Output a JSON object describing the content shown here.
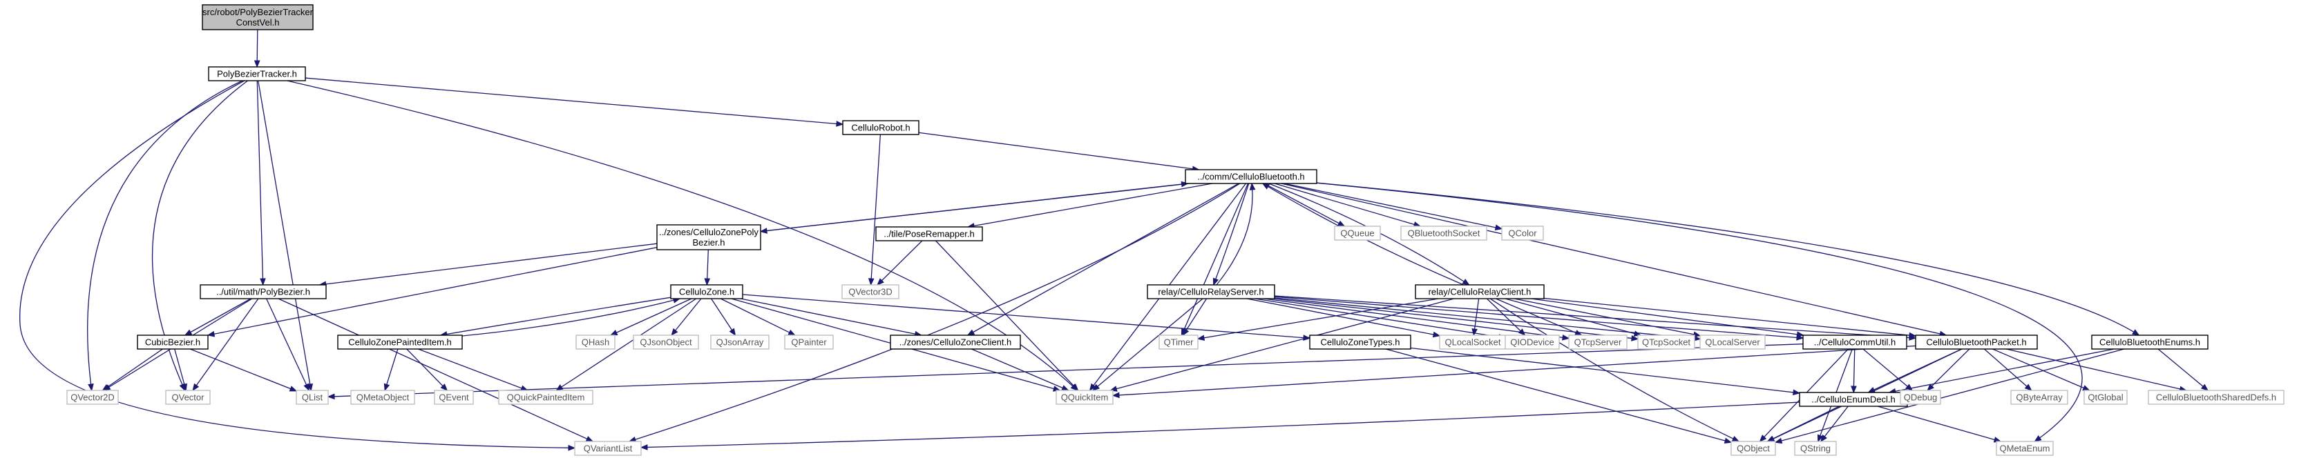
{
  "diagram": {
    "nodes": [
      {
        "id": "root",
        "lines": [
          "src/robot/PolyBezierTracker",
          "ConstVel.h"
        ],
        "kind": "root"
      },
      {
        "id": "pbt",
        "lines": [
          "PolyBezierTracker.h"
        ],
        "kind": "local"
      },
      {
        "id": "robot",
        "lines": [
          "CelluloRobot.h"
        ],
        "kind": "local"
      },
      {
        "id": "bt",
        "lines": [
          "../comm/CelluloBluetooth.h"
        ],
        "kind": "local"
      },
      {
        "id": "zpb",
        "lines": [
          "../zones/CelluloZonePoly",
          "Bezier.h"
        ],
        "kind": "local"
      },
      {
        "id": "pose",
        "lines": [
          "../tile/PoseRemapper.h"
        ],
        "kind": "local"
      },
      {
        "id": "qqueue",
        "lines": [
          "QQueue"
        ],
        "kind": "system"
      },
      {
        "id": "qbts",
        "lines": [
          "QBluetoothSocket"
        ],
        "kind": "system"
      },
      {
        "id": "qcolor",
        "lines": [
          "QColor"
        ],
        "kind": "system"
      },
      {
        "id": "polyb",
        "lines": [
          "../util/math/PolyBezier.h"
        ],
        "kind": "local"
      },
      {
        "id": "zone",
        "lines": [
          "CelluloZone.h"
        ],
        "kind": "local"
      },
      {
        "id": "qv3d",
        "lines": [
          "QVector3D"
        ],
        "kind": "system"
      },
      {
        "id": "relays",
        "lines": [
          "relay/CelluloRelayServer.h"
        ],
        "kind": "local"
      },
      {
        "id": "relayc",
        "lines": [
          "relay/CelluloRelayClient.h"
        ],
        "kind": "local"
      },
      {
        "id": "cubic",
        "lines": [
          "CubicBezier.h"
        ],
        "kind": "local"
      },
      {
        "id": "zpi",
        "lines": [
          "CelluloZonePaintedItem.h"
        ],
        "kind": "local"
      },
      {
        "id": "qhash",
        "lines": [
          "QHash"
        ],
        "kind": "system"
      },
      {
        "id": "qjo",
        "lines": [
          "QJsonObject"
        ],
        "kind": "system"
      },
      {
        "id": "qja",
        "lines": [
          "QJsonArray"
        ],
        "kind": "system"
      },
      {
        "id": "qpainter",
        "lines": [
          "QPainter"
        ],
        "kind": "system"
      },
      {
        "id": "zclient",
        "lines": [
          "../zones/CelluloZoneClient.h"
        ],
        "kind": "local"
      },
      {
        "id": "qtimer",
        "lines": [
          "QTimer"
        ],
        "kind": "system"
      },
      {
        "id": "ztypes",
        "lines": [
          "CelluloZoneTypes.h"
        ],
        "kind": "local"
      },
      {
        "id": "qls",
        "lines": [
          "QLocalSocket"
        ],
        "kind": "system"
      },
      {
        "id": "qiod",
        "lines": [
          "QIODevice"
        ],
        "kind": "system"
      },
      {
        "id": "qtcps",
        "lines": [
          "QTcpServer"
        ],
        "kind": "system"
      },
      {
        "id": "qtcpsock",
        "lines": [
          "QTcpSocket"
        ],
        "kind": "system"
      },
      {
        "id": "qlserv",
        "lines": [
          "QLocalServer"
        ],
        "kind": "system"
      },
      {
        "id": "cutil",
        "lines": [
          "../CelluloCommUtil.h"
        ],
        "kind": "local"
      },
      {
        "id": "packet",
        "lines": [
          "CelluloBluetoothPacket.h"
        ],
        "kind": "local"
      },
      {
        "id": "enums",
        "lines": [
          "CelluloBluetoothEnums.h"
        ],
        "kind": "local"
      },
      {
        "id": "qv2d",
        "lines": [
          "QVector2D"
        ],
        "kind": "system"
      },
      {
        "id": "qvector",
        "lines": [
          "QVector"
        ],
        "kind": "system"
      },
      {
        "id": "qlist",
        "lines": [
          "QList"
        ],
        "kind": "system"
      },
      {
        "id": "qmo",
        "lines": [
          "QMetaObject"
        ],
        "kind": "system"
      },
      {
        "id": "qevent",
        "lines": [
          "QEvent"
        ],
        "kind": "system"
      },
      {
        "id": "qqpi",
        "lines": [
          "QQuickPaintedItem"
        ],
        "kind": "system"
      },
      {
        "id": "qqi",
        "lines": [
          "QQuickItem"
        ],
        "kind": "system"
      },
      {
        "id": "enumdecl",
        "lines": [
          "../CelluloEnumDecl.h"
        ],
        "kind": "local"
      },
      {
        "id": "qdebug",
        "lines": [
          "QDebug"
        ],
        "kind": "system"
      },
      {
        "id": "qba",
        "lines": [
          "QByteArray"
        ],
        "kind": "system"
      },
      {
        "id": "qtglobal",
        "lines": [
          "QtGlobal"
        ],
        "kind": "system"
      },
      {
        "id": "shared",
        "lines": [
          "CelluloBluetoothSharedDefs.h"
        ],
        "kind": "system"
      },
      {
        "id": "qvl",
        "lines": [
          "QVariantList"
        ],
        "kind": "system"
      },
      {
        "id": "qobject",
        "lines": [
          "QObject"
        ],
        "kind": "system"
      },
      {
        "id": "qstring",
        "lines": [
          "QString"
        ],
        "kind": "system"
      },
      {
        "id": "qme",
        "lines": [
          "QMetaEnum"
        ],
        "kind": "system"
      }
    ],
    "edges": [
      [
        "root",
        "pbt"
      ],
      [
        "pbt",
        "robot"
      ],
      [
        "pbt",
        "polyb"
      ],
      [
        "pbt",
        "qqi"
      ],
      [
        "pbt",
        "qlist"
      ],
      [
        "pbt",
        "qvector"
      ],
      [
        "pbt",
        "qv2d"
      ],
      [
        "pbt",
        "qvl"
      ],
      [
        "robot",
        "bt"
      ],
      [
        "robot",
        "qv3d"
      ],
      [
        "bt",
        "zpb"
      ],
      [
        "bt",
        "pose"
      ],
      [
        "bt",
        "qqueue"
      ],
      [
        "bt",
        "qbts"
      ],
      [
        "bt",
        "qcolor"
      ],
      [
        "bt",
        "relays"
      ],
      [
        "bt",
        "relayc"
      ],
      [
        "bt",
        "zclient"
      ],
      [
        "bt",
        "qtimer"
      ],
      [
        "bt",
        "packet"
      ],
      [
        "bt",
        "enums"
      ],
      [
        "bt",
        "qqi"
      ],
      [
        "bt",
        "qvl"
      ],
      [
        "bt",
        "qme"
      ],
      [
        "zpb",
        "bt"
      ],
      [
        "zpb",
        "zone"
      ],
      [
        "zpb",
        "polyb"
      ],
      [
        "zpb",
        "cubic"
      ],
      [
        "pose",
        "qv3d"
      ],
      [
        "pose",
        "qqi"
      ],
      [
        "polyb",
        "cubic"
      ],
      [
        "polyb",
        "qlist"
      ],
      [
        "polyb",
        "qvector"
      ],
      [
        "polyb",
        "qv2d"
      ],
      [
        "polyb",
        "qvl"
      ],
      [
        "cubic",
        "qv2d"
      ],
      [
        "cubic",
        "qvector"
      ],
      [
        "cubic",
        "qlist"
      ],
      [
        "zone",
        "zpi"
      ],
      [
        "zone",
        "qhash"
      ],
      [
        "zone",
        "qjo"
      ],
      [
        "zone",
        "qja"
      ],
      [
        "zone",
        "qpainter"
      ],
      [
        "zone",
        "zclient"
      ],
      [
        "zone",
        "ztypes"
      ],
      [
        "zone",
        "qqi"
      ],
      [
        "zone",
        "qqpi"
      ],
      [
        "zpi",
        "zone"
      ],
      [
        "zpi",
        "qmo"
      ],
      [
        "zpi",
        "qevent"
      ],
      [
        "zpi",
        "qqpi"
      ],
      [
        "zclient",
        "qqi"
      ],
      [
        "ztypes",
        "enumdecl"
      ],
      [
        "ztypes",
        "qobject"
      ],
      [
        "relays",
        "bt"
      ],
      [
        "relays",
        "qls"
      ],
      [
        "relays",
        "qiod"
      ],
      [
        "relays",
        "qtcps"
      ],
      [
        "relays",
        "qtcpsock"
      ],
      [
        "relays",
        "qlserv"
      ],
      [
        "relays",
        "cutil"
      ],
      [
        "relays",
        "packet"
      ],
      [
        "relays",
        "qtimer"
      ],
      [
        "relays",
        "qqi"
      ],
      [
        "relayc",
        "bt"
      ],
      [
        "relayc",
        "qls"
      ],
      [
        "relayc",
        "qiod"
      ],
      [
        "relayc",
        "qtcps"
      ],
      [
        "relayc",
        "qtcpsock"
      ],
      [
        "relayc",
        "qlserv"
      ],
      [
        "relayc",
        "cutil"
      ],
      [
        "relayc",
        "packet"
      ],
      [
        "relayc",
        "qtimer"
      ],
      [
        "relayc",
        "qqi"
      ],
      [
        "relayc",
        "qobject"
      ],
      [
        "cutil",
        "enumdecl"
      ],
      [
        "cutil",
        "qdebug"
      ],
      [
        "cutil",
        "qstring"
      ],
      [
        "cutil",
        "qobject"
      ],
      [
        "cutil",
        "qlist"
      ],
      [
        "packet",
        "enumdecl"
      ],
      [
        "packet",
        "qdebug"
      ],
      [
        "packet",
        "qba"
      ],
      [
        "packet",
        "qtglobal"
      ],
      [
        "packet",
        "shared"
      ],
      [
        "packet",
        "qobject"
      ],
      [
        "packet",
        "qqi"
      ],
      [
        "enums",
        "enumdecl"
      ],
      [
        "enums",
        "shared"
      ],
      [
        "enums",
        "qobject"
      ],
      [
        "enumdecl",
        "qobject"
      ],
      [
        "enumdecl",
        "qstring"
      ],
      [
        "enumdecl",
        "qme"
      ],
      [
        "enumdecl",
        "qvl"
      ]
    ]
  },
  "colors": {
    "edge": "#191970",
    "root_fill": "#bfbfbf",
    "local_stroke": "#000000",
    "system_stroke": "#bfbfbf",
    "node_fill": "#ffffff"
  }
}
